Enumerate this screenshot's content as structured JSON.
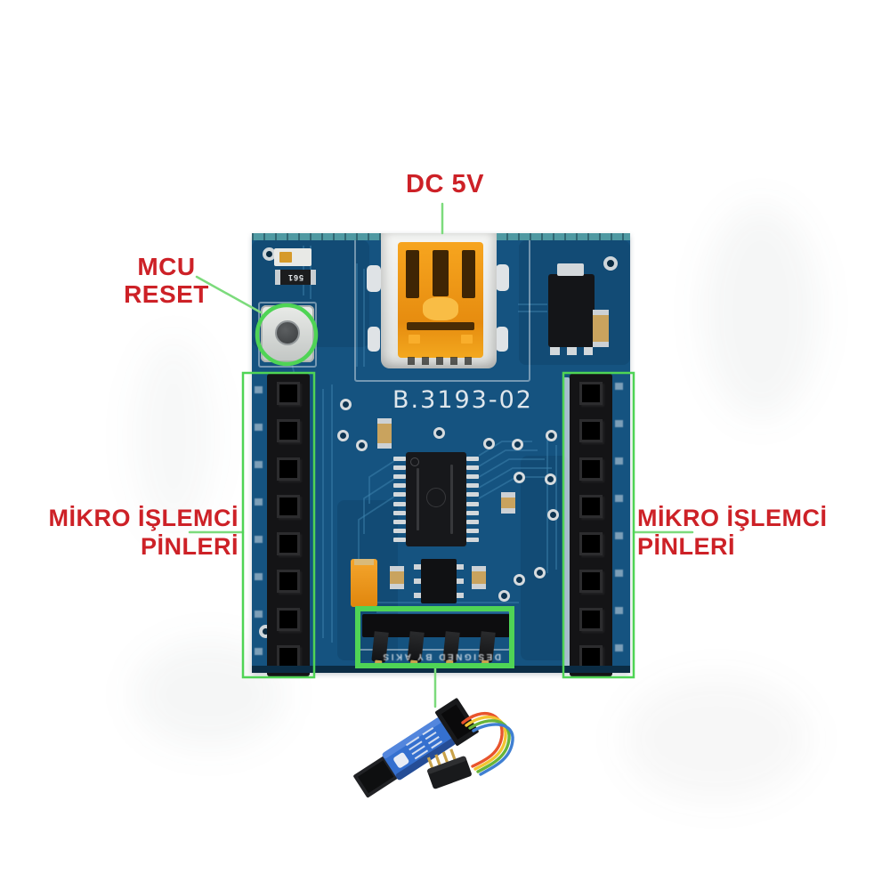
{
  "annotations": {
    "accent_color": "#4fd455",
    "text_color": "#cd2127",
    "dc_power": {
      "label": "DC 5V"
    },
    "mcu_reset": {
      "line1": "MCU",
      "line2": "RESET"
    },
    "left_pins": {
      "line1": "MİKRO İŞLEMCİ",
      "line2": "PİNLERİ"
    },
    "right_pins": {
      "line1": "MİKRO İŞLEMCİ",
      "line2": "PİNLERİ"
    }
  },
  "board": {
    "model_silkscreen": "B.3193-02",
    "resistor_marking": "561",
    "bottom_silkscreen": "DESIGNED BY AKIS",
    "colors": {
      "pcb": "#155380",
      "usb_orange": "#f2971a",
      "header_black": "#151517"
    }
  }
}
